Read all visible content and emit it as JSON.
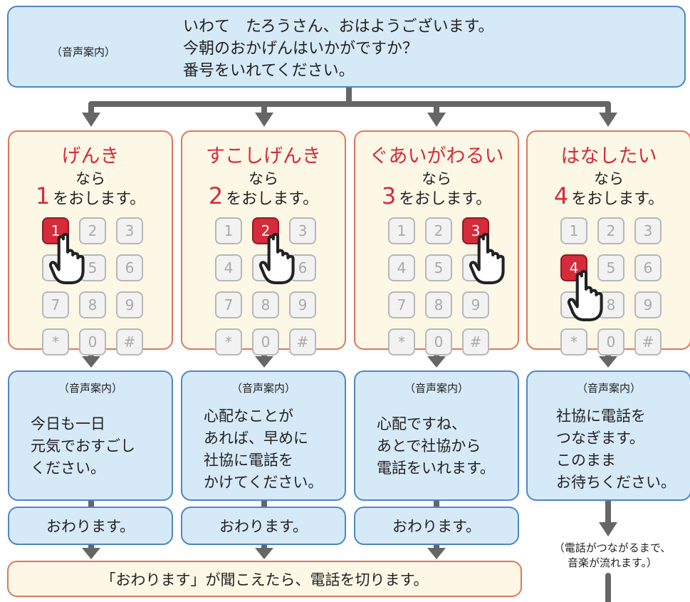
{
  "header": {
    "note": "（音声案内）",
    "lines": [
      "いわて　たろうさん、おはようございます。",
      "今朝のおかげんはいかがですか？",
      "番号をいれてください。"
    ]
  },
  "options": [
    {
      "title": "げんき",
      "nara": "なら",
      "number": "1",
      "press": "をおします。",
      "active_key": "1"
    },
    {
      "title": "すこしげんき",
      "nara": "なら",
      "number": "2",
      "press": "をおします。",
      "active_key": "2"
    },
    {
      "title": "ぐあいがわるい",
      "nara": "なら",
      "number": "3",
      "press": "をおします。",
      "active_key": "3"
    },
    {
      "title": "はなしたい",
      "nara": "なら",
      "number": "4",
      "press": "をおします。",
      "active_key": "4"
    }
  ],
  "keypad_keys": [
    "1",
    "2",
    "3",
    "4",
    "5",
    "6",
    "7",
    "8",
    "9",
    "*",
    "0",
    "#"
  ],
  "voice_messages": [
    {
      "note": "（音声案内）",
      "lines": [
        "今日も一日",
        "元気でおすごし",
        "ください。"
      ]
    },
    {
      "note": "（音声案内）",
      "lines": [
        "心配なことが",
        "あれば、早めに",
        "社協に電話を",
        "かけてください。"
      ]
    },
    {
      "note": "（音声案内）",
      "lines": [
        "心配ですね、",
        "あとで社協から",
        "電話をいれます。"
      ]
    },
    {
      "note": "（音声案内）",
      "lines": [
        "社協に電話を",
        "つなぎます。",
        "このまま",
        "お待ちください。"
      ]
    }
  ],
  "end_labels": [
    "おわります。",
    "おわります。",
    "おわります。"
  ],
  "final_note": "「おわります」が聞こえたら、電話を切ります。",
  "wait_note": [
    "（電話がつながるまで、",
    "音楽が流れます。）"
  ],
  "colors": {
    "accent_red": "#d52b3b",
    "box_blue": "#d6e9f7",
    "border_blue": "#4d86c6",
    "box_cream": "#fdf8e6",
    "border_orange": "#e0765a",
    "arrow_gray": "#666666"
  }
}
